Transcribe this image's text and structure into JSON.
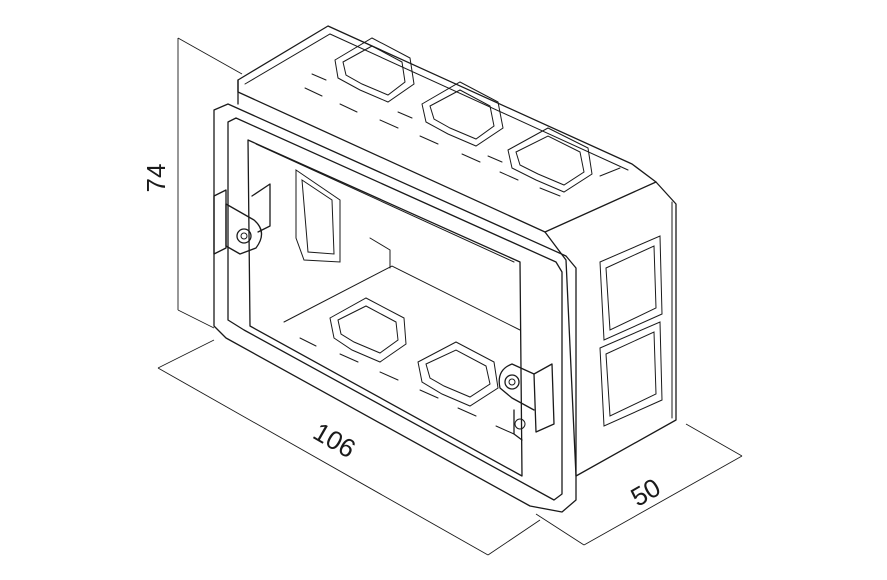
{
  "dimensions": {
    "height": "74",
    "width": "106",
    "depth": "50"
  },
  "colors": {
    "line": "#1a1a1a",
    "background": "#ffffff"
  }
}
